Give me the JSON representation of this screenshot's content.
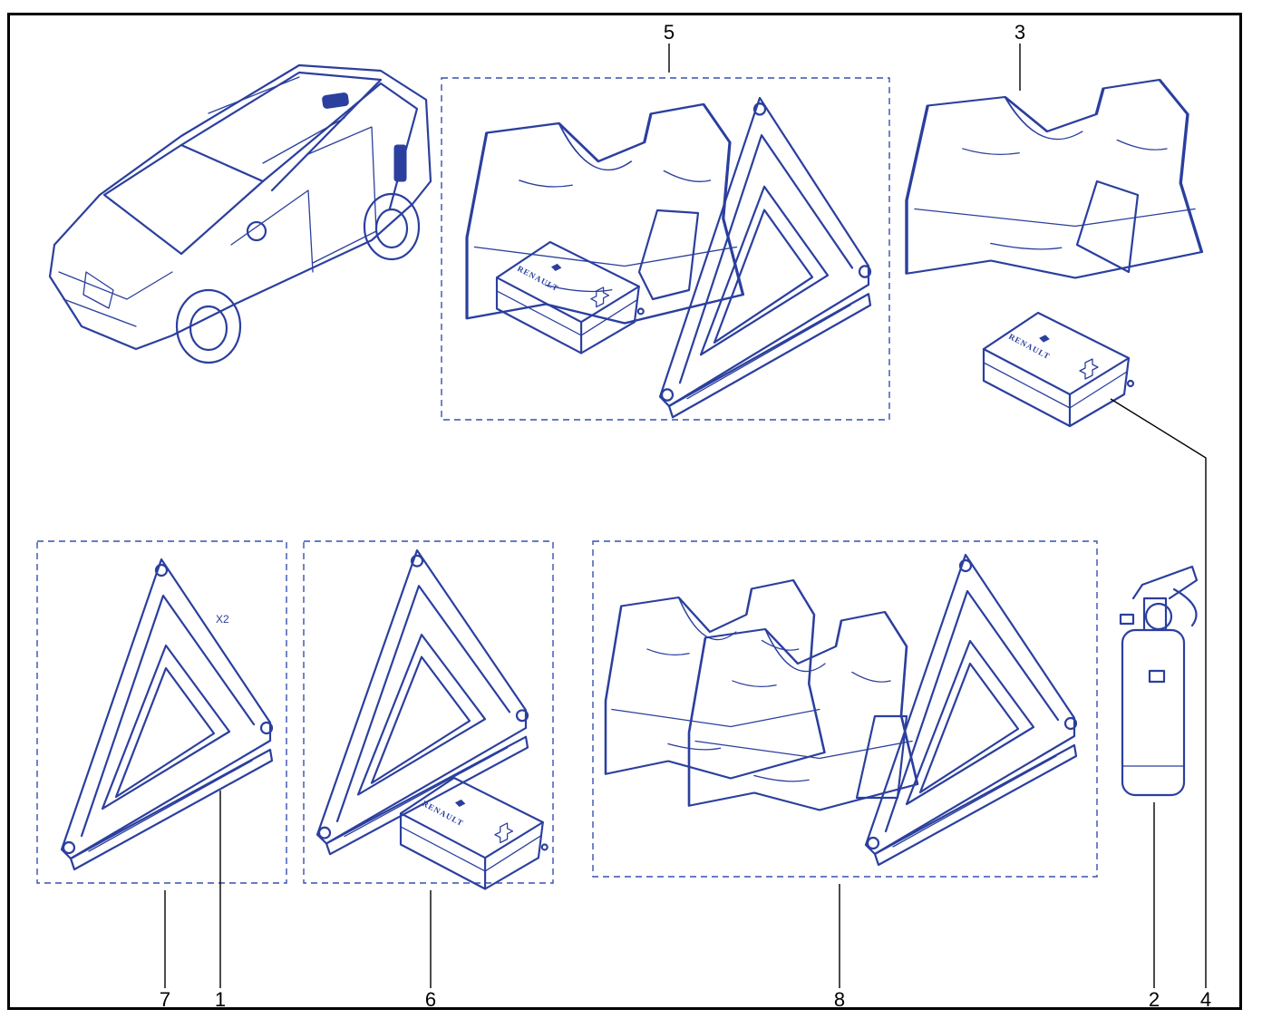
{
  "callouts": {
    "c1": "1",
    "c2": "2",
    "c3": "3",
    "c4": "4",
    "c5": "5",
    "c6": "6",
    "c7": "7",
    "c8": "8"
  },
  "labels": {
    "quantity": "X2"
  },
  "brand_text": "RENAULT",
  "colors": {
    "line_art": "#2b3f9e",
    "callout_text": "#000000",
    "frame": "#000000"
  }
}
